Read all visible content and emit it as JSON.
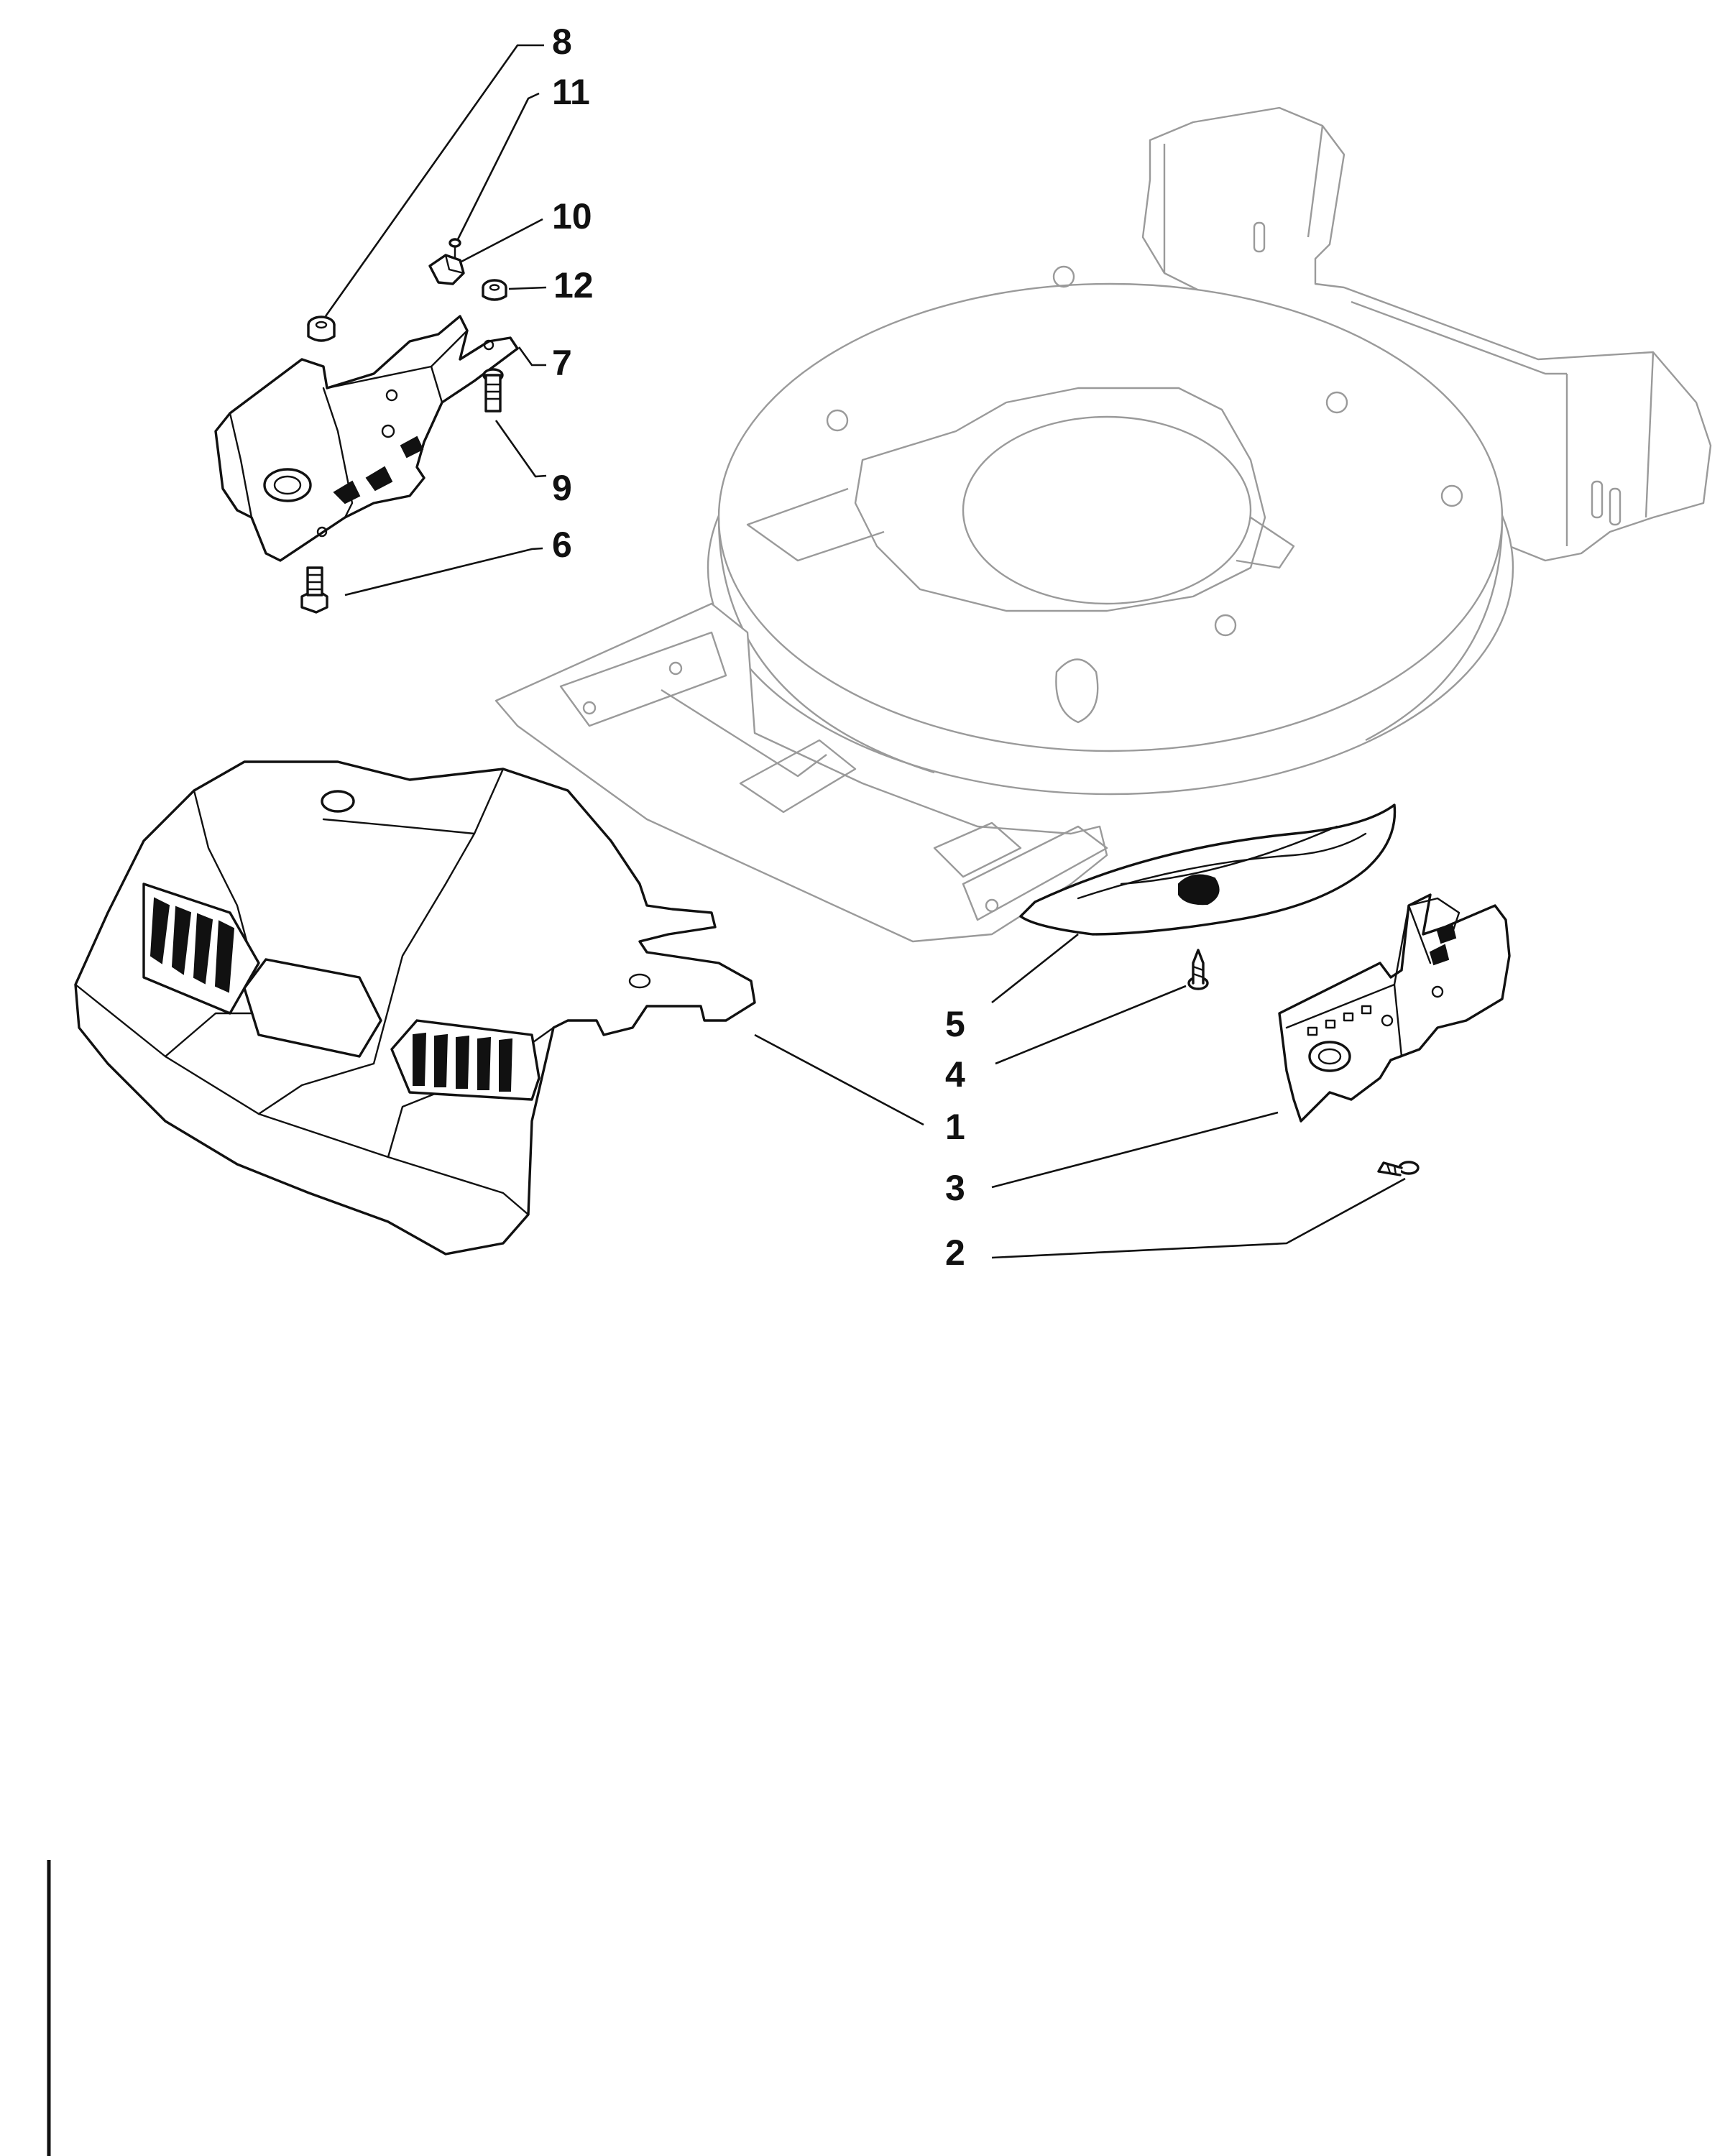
{
  "diagram": {
    "callouts": [
      {
        "id": "1",
        "label": "1"
      },
      {
        "id": "2",
        "label": "2"
      },
      {
        "id": "3",
        "label": "3"
      },
      {
        "id": "4",
        "label": "4"
      },
      {
        "id": "5",
        "label": "5"
      },
      {
        "id": "6",
        "label": "6"
      },
      {
        "id": "7",
        "label": "7"
      },
      {
        "id": "8",
        "label": "8"
      },
      {
        "id": "9",
        "label": "9"
      },
      {
        "id": "10",
        "label": "10"
      },
      {
        "id": "11",
        "label": "11"
      },
      {
        "id": "12",
        "label": "12"
      }
    ]
  },
  "colors": {
    "line": "#111111",
    "background_part": "#9a9a9a",
    "page": "#ffffff"
  }
}
